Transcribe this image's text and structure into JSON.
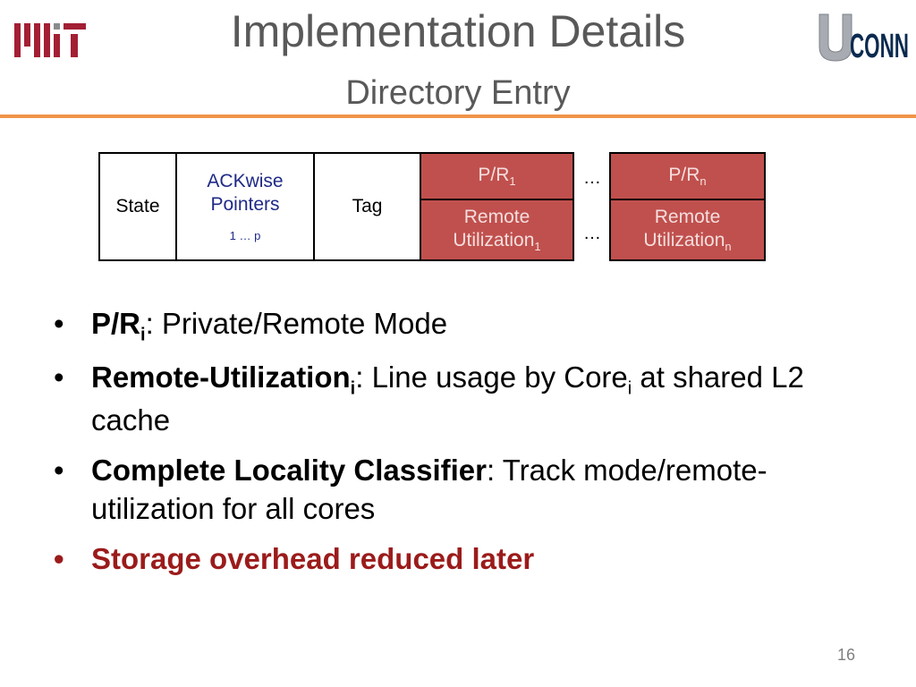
{
  "header": {
    "title": "Implementation Details",
    "subtitle": "Directory Entry",
    "logo_left": "MIT",
    "logo_right": "UCONN"
  },
  "table": {
    "state": "State",
    "ackwise_line1": "ACKwise",
    "ackwise_line2": "Pointers",
    "ackwise_range": "1 … p",
    "tag": "Tag",
    "pr_first_base": "P/R",
    "pr_first_sub": "1",
    "pr_last_base": "P/R",
    "pr_last_sub": "n",
    "ru_line1": "Remote",
    "ru_first_base": "Utilization",
    "ru_first_sub": "1",
    "ru_last_base": "Utilization",
    "ru_last_sub": "n",
    "ellipsis": "…"
  },
  "bullets": {
    "b1_bold": "P/R",
    "b1_sub": "i",
    "b1_text": ": Private/Remote Mode",
    "b2_bold": "Remote-Utilization",
    "b2_sub": "i",
    "b2_text_a": ": Line usage by Core",
    "b2_text_sub": "i",
    "b2_text_b": " at shared L2 cache",
    "b3_bold": "Complete Locality Classifier",
    "b3_text": ": Track mode/remote-utilization for all cores",
    "b4": "Storage overhead reduced later"
  },
  "page_number": "16",
  "colors": {
    "accent_rule": "#f0944a",
    "cell_red": "#c0504d",
    "emphasis": "#9b1b1b"
  }
}
